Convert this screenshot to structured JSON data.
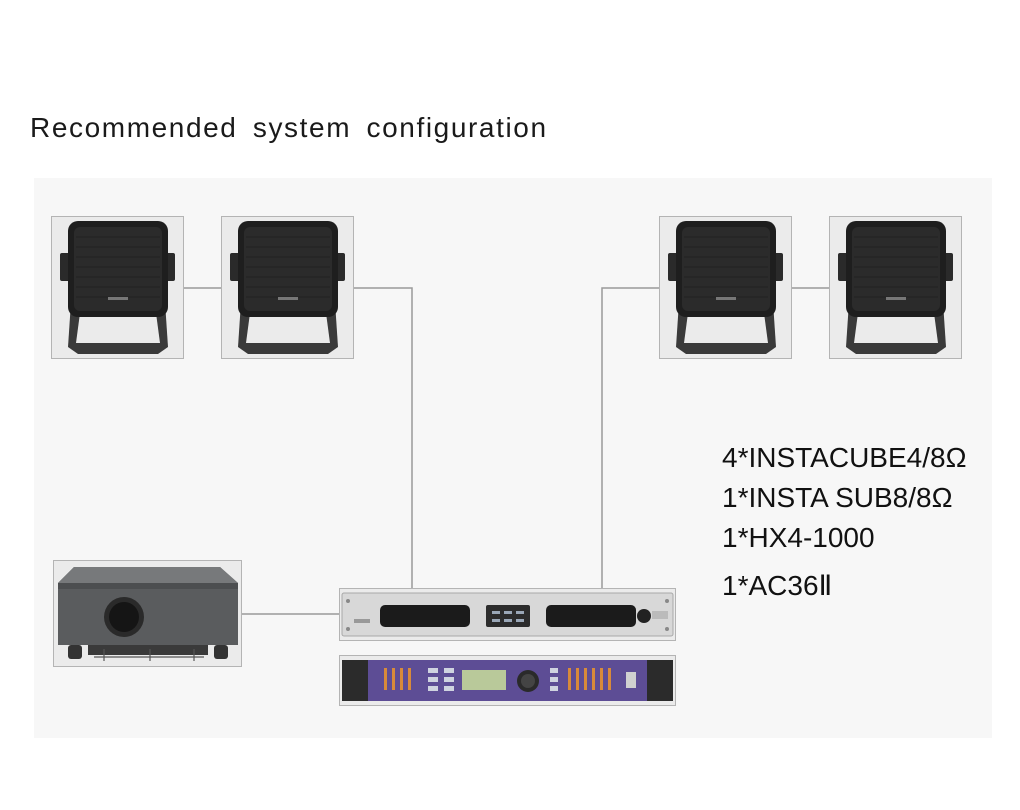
{
  "title": "Recommended system configuration",
  "specs": [
    "4*INSTACUBE4/8Ω",
    "1*INSTA SUB8/8Ω",
    "1*HX4-1000",
    "1*AC36Ⅱ"
  ],
  "colors": {
    "wire": "#9a9a9a",
    "speaker_body": "#1e1e1e",
    "subwoofer_body": "#5a5c5e",
    "processor_faceplate": "#5d4d95"
  },
  "icons": [
    "speaker-icon",
    "subwoofer-icon",
    "amplifier-icon",
    "processor-icon"
  ]
}
